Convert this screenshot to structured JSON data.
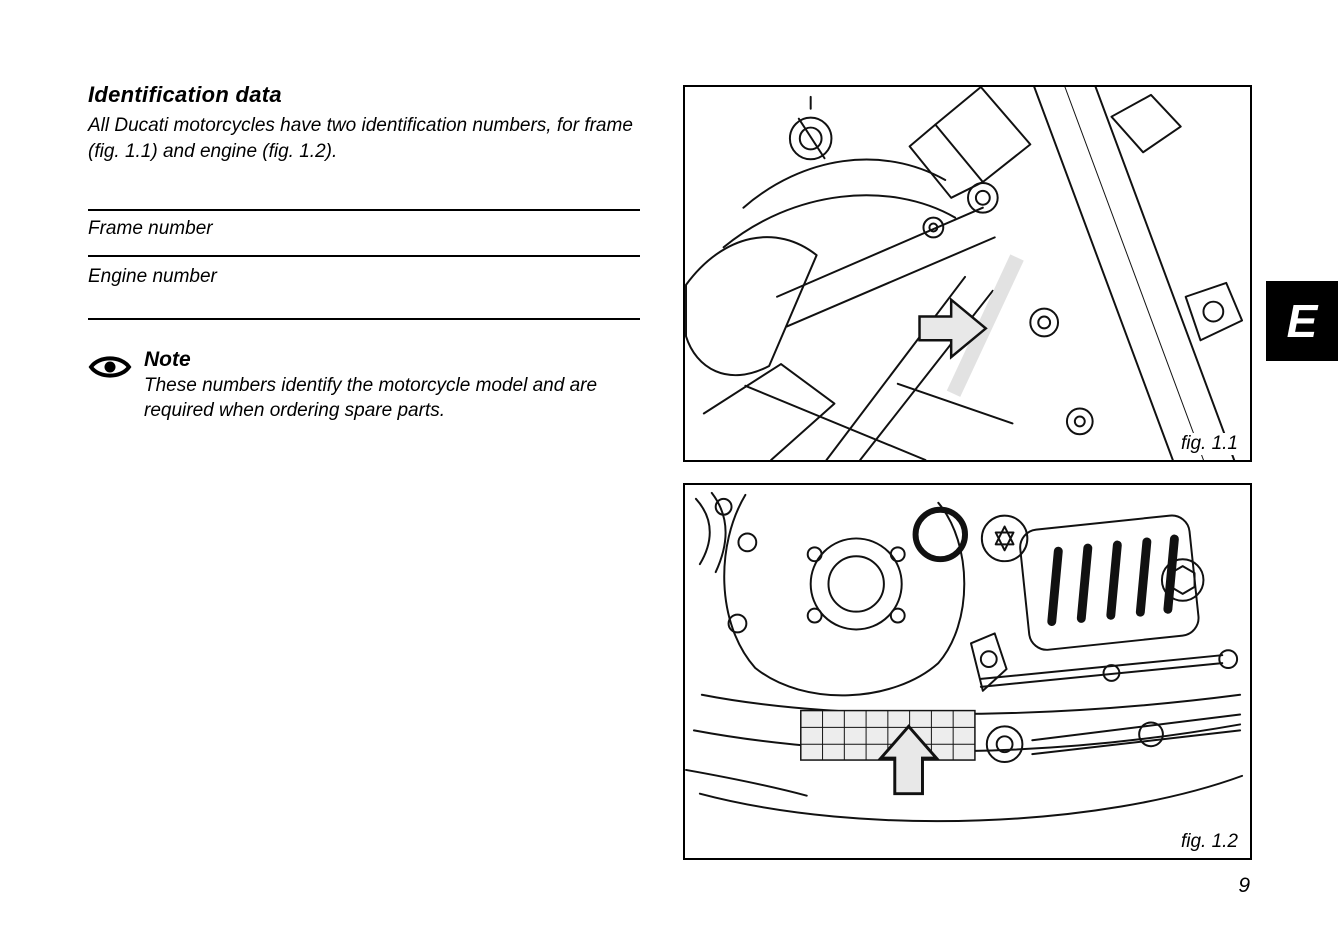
{
  "content": {
    "heading": "Identification data",
    "intro": "All Ducati motorcycles have two identification numbers, for frame (fig. 1.1) and engine (fig. 1.2).",
    "frame_label": "Frame number",
    "engine_label": "Engine number",
    "note_title": "Note",
    "note_body": "These numbers identify the motorcycle model and are required when ordering spare parts."
  },
  "figures": [
    {
      "caption": "fig. 1.1"
    },
    {
      "caption": "fig. 1.2"
    }
  ],
  "side_tab": {
    "label": "E"
  },
  "page": {
    "number": "9"
  },
  "colors": {
    "ink": "#111111",
    "highlight_fill": "#e8e8e8",
    "plate_fill": "#e2e2e2"
  }
}
